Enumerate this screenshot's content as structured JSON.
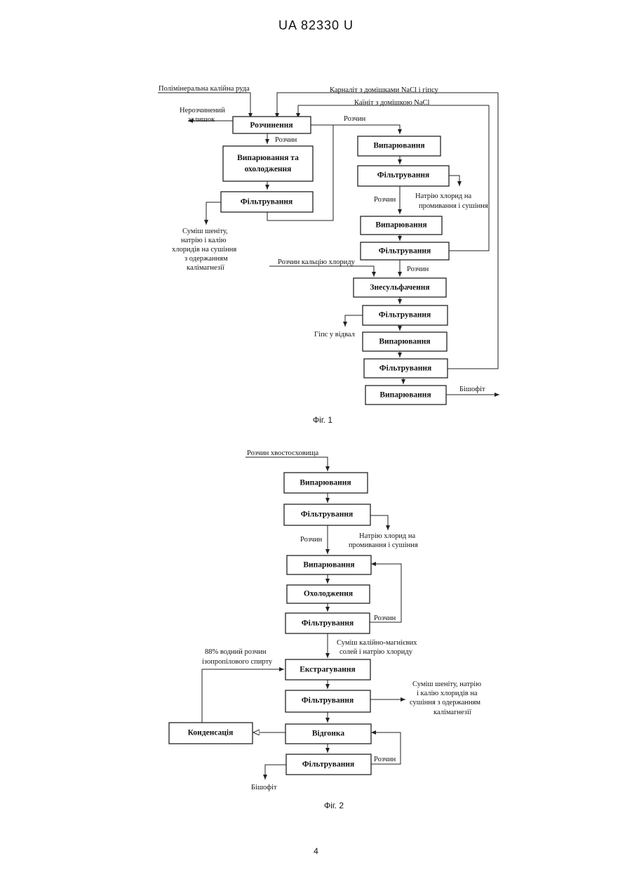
{
  "header": {
    "doc_id": "UA   82330   U"
  },
  "figure1": {
    "caption": "Фіг. 1",
    "boxes": {
      "dissolution": "Розчинення",
      "evap_cool": "Випарювання та охолодження",
      "filt_left": "Фільтрування",
      "evap1": "Випарювання",
      "filt1": "Фільтрування",
      "evap2": "Випарювання",
      "filt2": "Фільтрування",
      "desulf": "Знесульфачення",
      "filt3": "Фільтрування",
      "evap3": "Випарювання",
      "filt4": "Фільтрування",
      "evap4": "Випарювання"
    },
    "labels": {
      "ore": "Полімінеральна калійна руда",
      "carnallite": "Карналіт з домішками NaCl і гіпсу",
      "kainite": "Каїніт з домішкою NaCl",
      "residue_1": "Нерозчинений",
      "residue_2": "залишок",
      "solution_a": "Розчин",
      "solution_b": "Розчин",
      "solution_c": "Розчин",
      "solution_d": "Розчин",
      "nacl_1": "Натрію хлорид на",
      "nacl_2": "промивання і сушіння",
      "mix_1": "Суміш шеніту,",
      "mix_2": "натрію і калію",
      "mix_3": "хлоридів на сушіння",
      "mix_4": "з одержанням",
      "mix_5": "калімагнезії",
      "cacl": "Розчин кальцію хлориду",
      "gypsum": "Гіпс у відвал",
      "bischofite": "Бішофіт"
    }
  },
  "figure2": {
    "caption": "Фіг. 2",
    "boxes": {
      "evap1": "Випарювання",
      "filt1": "Фільтрування",
      "evap2": "Випарювання",
      "cool": "Охолодження",
      "filt2": "Фільтрування",
      "extract": "Екстрагування",
      "filt3": "Фільтрування",
      "distill": "Відгонка",
      "condense": "Конденсація",
      "filt4": "Фільтрування"
    },
    "labels": {
      "tailings": "Розчин хвостосховища",
      "nacl_1": "Натрію хлорид на",
      "nacl_2": "промивання і сушіння",
      "solution_a": "Розчин",
      "solution_b": "Розчин",
      "solution_c": "Розчин",
      "salts_1": "Суміш калійно-магнієвих",
      "salts_2": "солей і натрію хлориду",
      "ipa_1": "88% водний розчин",
      "ipa_2": "ізопропілового спирту",
      "mix_1": "Суміш шеніту, натрію",
      "mix_2": "і калію хлоридів на",
      "mix_3": "сушіння з одержанням",
      "mix_4": "калімагнезії",
      "bischofite": "Бішофіт"
    }
  },
  "page_number": "4"
}
